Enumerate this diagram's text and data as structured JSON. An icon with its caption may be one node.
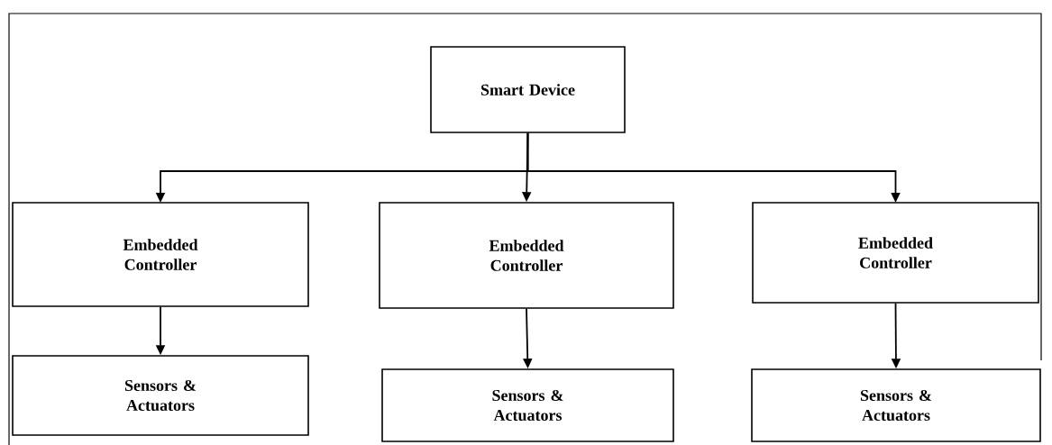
{
  "diagram": {
    "nodes": [
      {
        "text": [
          "Smart Device"
        ]
      },
      {
        "text": [
          "Embedded Controller"
        ]
      },
      {
        "text": [
          "Embedded Controller"
        ]
      },
      {
        "text": [
          "Embedded Controller"
        ]
      },
      {
        "text": [
          "Sensors & Actuators"
        ]
      },
      {
        "text": [
          "Sensors & Actuators"
        ]
      },
      {
        "text": [
          "Sensors & Actuators"
        ]
      }
    ],
    "edges": [
      {
        "from": 0,
        "to": 1,
        "arrow": "to"
      },
      {
        "from": 0,
        "to": 2,
        "arrow": "to"
      },
      {
        "from": 0,
        "to": 3,
        "arrow": "to"
      },
      {
        "from": 1,
        "to": 4,
        "arrow": "to"
      },
      {
        "from": 2,
        "to": 5,
        "arrow": "to"
      },
      {
        "from": 3,
        "to": 6,
        "arrow": "to"
      }
    ]
  }
}
